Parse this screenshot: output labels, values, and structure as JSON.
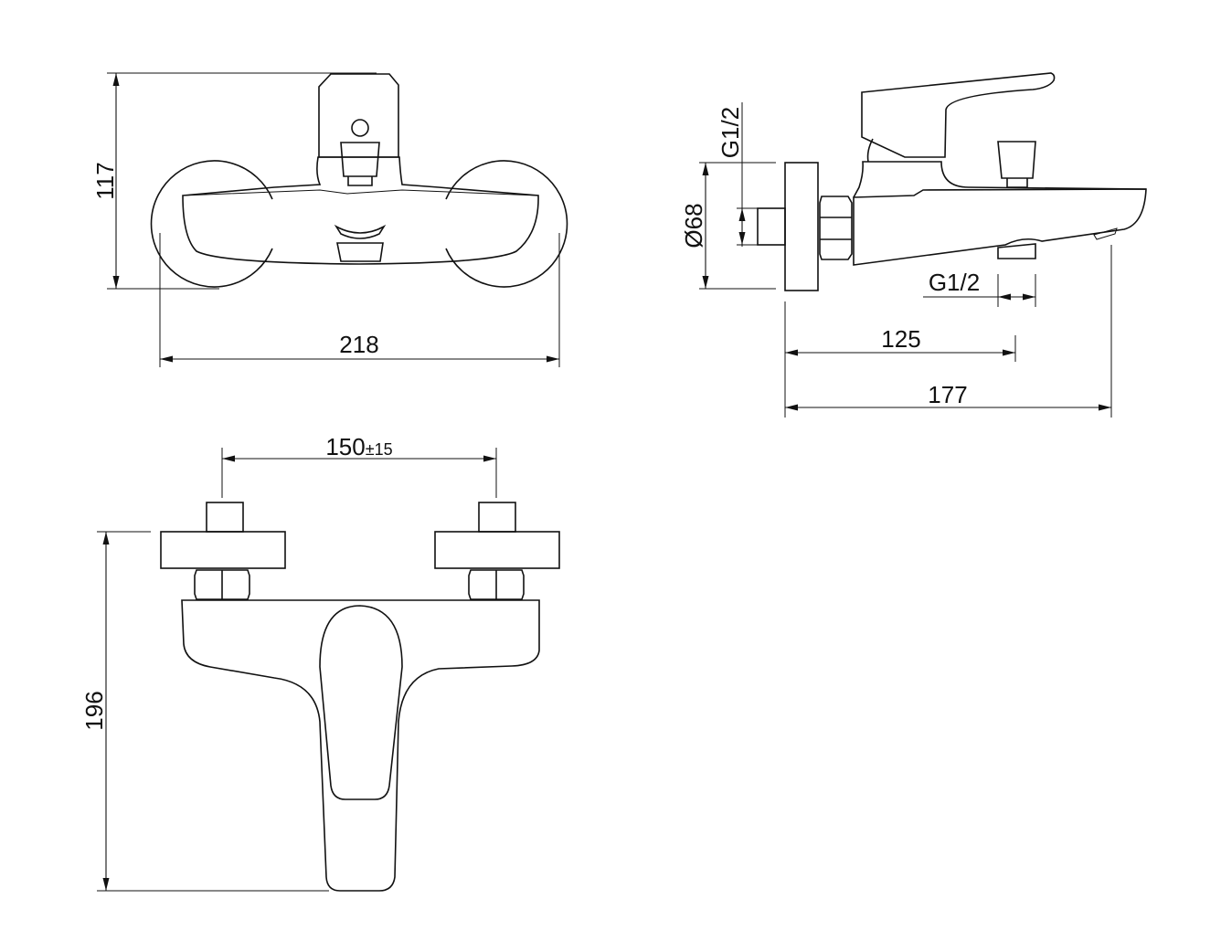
{
  "front_view": {
    "height_dim": "117",
    "width_dim": "218"
  },
  "side_view": {
    "diameter_dim": "Ø68",
    "inlet_thread": "G1/2",
    "outlet_thread": "G1/2",
    "outlet_distance_dim": "125",
    "depth_dim": "177"
  },
  "top_view": {
    "center_distance_dim": "150",
    "center_distance_tol": "±15",
    "depth_dim": "196"
  }
}
